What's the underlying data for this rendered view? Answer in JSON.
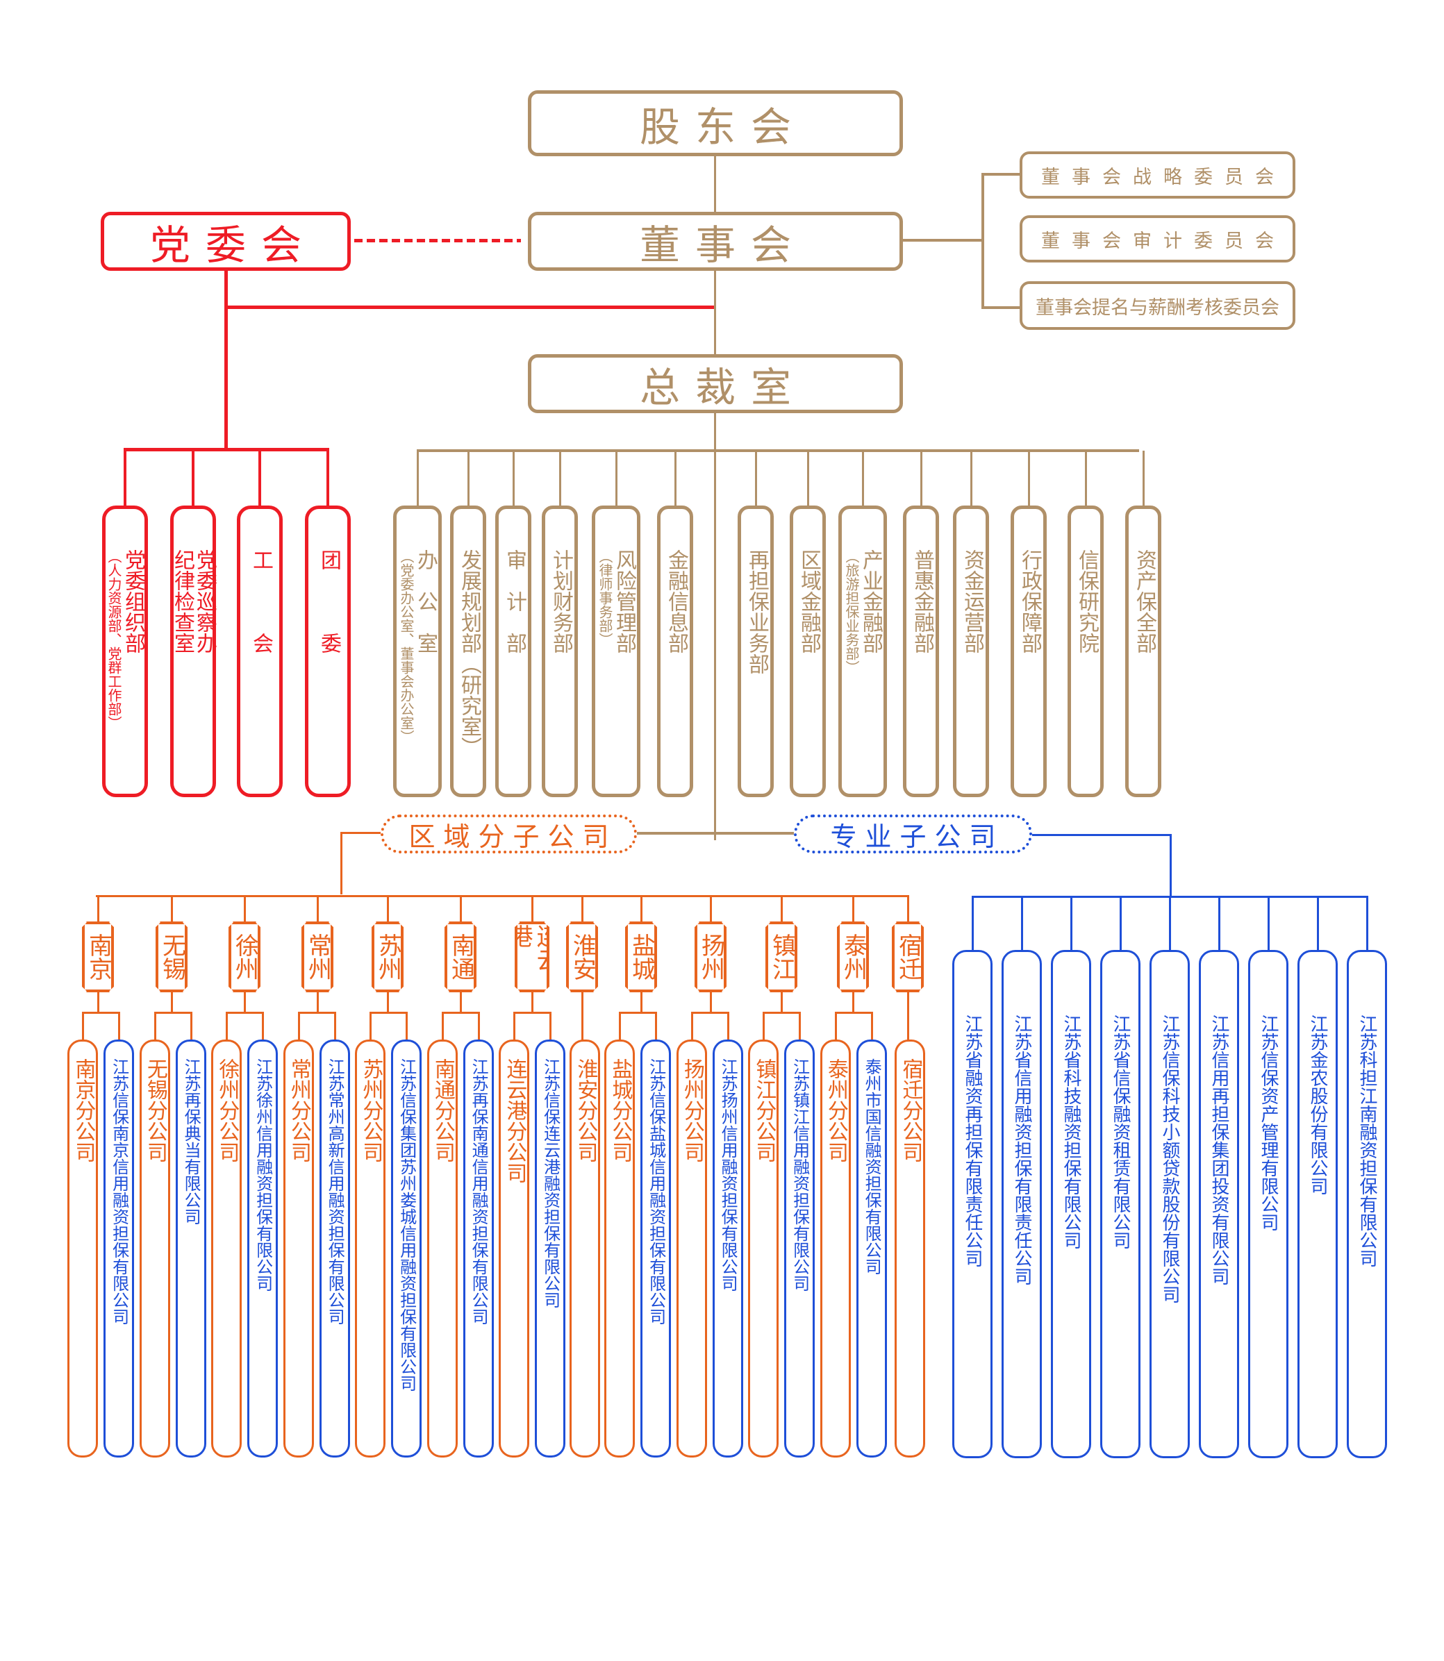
{
  "colors": {
    "gold": "#b09068",
    "red": "#ee1c25",
    "orange": "#e8641e",
    "blue": "#1e4fd8"
  },
  "top": {
    "shareholders": "股东会",
    "board": "董事会",
    "party_committee": "党委会",
    "president_office": "总裁室"
  },
  "committees": [
    {
      "label": "董事会战略委员会"
    },
    {
      "label": "董事会审计委员会"
    },
    {
      "label": "董事会提名与薪酬考核委员会"
    }
  ],
  "party_departments": [
    {
      "main": "党委组织部",
      "sub": "（人力资源部、党群工作部）"
    },
    {
      "main": "党委巡察办",
      "sub": "纪律检查室"
    },
    {
      "main": "工　　　会",
      "sub": ""
    },
    {
      "main": "团　　　委",
      "sub": ""
    }
  ],
  "departments": [
    {
      "main": "办　公　室",
      "sub": "（党委办公室、董事会办公室）"
    },
    {
      "main": "发展规划部（研究室）",
      "sub": ""
    },
    {
      "main": "审　计　部",
      "sub": ""
    },
    {
      "main": "计划财务部",
      "sub": ""
    },
    {
      "main": "风险管理部",
      "sub": "（律师事务部）"
    },
    {
      "main": "金融信息部",
      "sub": ""
    },
    {
      "main": "再担保业务部",
      "sub": ""
    },
    {
      "main": "区域金融部",
      "sub": ""
    },
    {
      "main": "产业金融部",
      "sub": "（旅游担保业务部）"
    },
    {
      "main": "普惠金融部",
      "sub": ""
    },
    {
      "main": "资金运营部",
      "sub": ""
    },
    {
      "main": "行政保障部",
      "sub": ""
    },
    {
      "main": "信保研究院",
      "sub": ""
    },
    {
      "main": "资产保全部",
      "sub": ""
    }
  ],
  "groups": {
    "regional": "区域分子公司",
    "professional": "专业子公司"
  },
  "regions": [
    {
      "city": "南京",
      "branch": "南京分公司",
      "subsidiary": "江苏信保南京信用融资担保有限公司"
    },
    {
      "city": "无锡",
      "branch": "无锡分公司",
      "subsidiary": "江苏再保典当有限公司"
    },
    {
      "city": "徐州",
      "branch": "徐州分公司",
      "subsidiary": "江苏徐州信用融资担保有限公司"
    },
    {
      "city": "常州",
      "branch": "常州分公司",
      "subsidiary": "江苏常州高新信用融资担保有限公司"
    },
    {
      "city": "苏州",
      "branch": "苏州分公司",
      "subsidiary": "江苏信保集团苏州娄城信用融资担保有限公司"
    },
    {
      "city": "南通",
      "branch": "南通分公司",
      "subsidiary": "江苏再保南通信用融资担保有限公司"
    },
    {
      "city": "连云港",
      "branch": "连云港分公司",
      "subsidiary": "江苏信保连云港融资担保有限公司"
    },
    {
      "city": "淮安",
      "branch": "淮安分公司",
      "subsidiary": ""
    },
    {
      "city": "盐城",
      "branch": "盐城分公司",
      "subsidiary": "江苏信保盐城信用融资担保有限公司"
    },
    {
      "city": "扬州",
      "branch": "扬州分公司",
      "subsidiary": "江苏扬州信用融资担保有限公司"
    },
    {
      "city": "镇江",
      "branch": "镇江分公司",
      "subsidiary": "江苏镇江信用融资担保有限公司"
    },
    {
      "city": "泰州",
      "branch": "泰州分公司",
      "subsidiary": "泰州市国信融资担保有限公司"
    },
    {
      "city": "宿迁",
      "branch": "宿迁分公司",
      "subsidiary": ""
    }
  ],
  "professional_subsidiaries": [
    {
      "label": "江苏省融资再担保有限责任公司"
    },
    {
      "label": "江苏省信用融资担保有限责任公司"
    },
    {
      "label": "江苏省科技融资担保有限公司"
    },
    {
      "label": "江苏省信保融资租赁有限公司"
    },
    {
      "label": "江苏信保科技小额贷款股份有限公司"
    },
    {
      "label": "江苏信用再担保集团投资有限公司"
    },
    {
      "label": "江苏信保资产管理有限公司"
    },
    {
      "label": "江苏金农股份有限公司"
    },
    {
      "label": "江苏科担江南融资担保有限公司"
    }
  ]
}
